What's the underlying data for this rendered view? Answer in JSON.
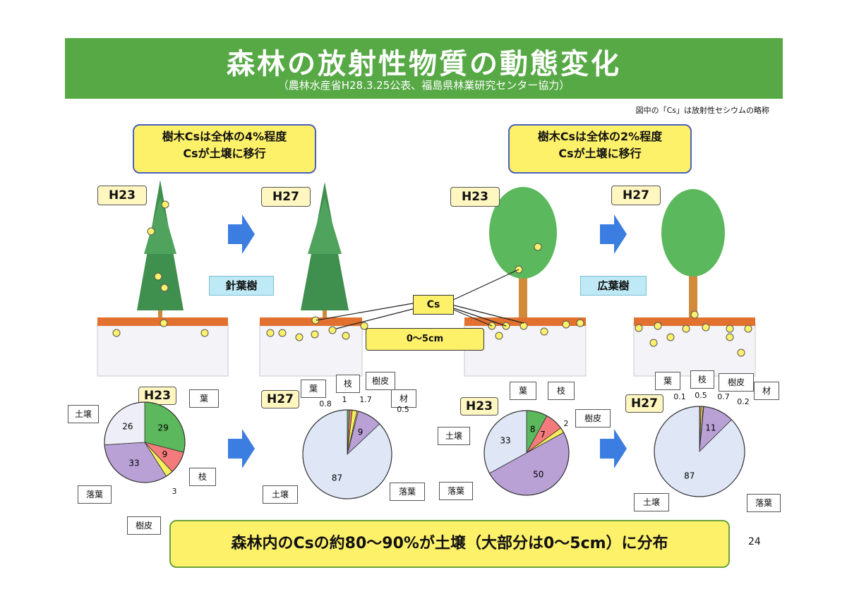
{
  "header": {
    "title": "森林の放射性物質の動態変化",
    "subtitle": "（農林水産省H28.3.25公表、福島県林業研究センター協力）",
    "note": "図中の「Cs」は放射性セシウムの略称"
  },
  "callouts": {
    "conifer_line1": "樹木Csは全体の4%程度",
    "conifer_line2": "Csが土壌に移行",
    "broadleaf_line1": "樹木Csは全体の2%程度",
    "broadleaf_line2": "Csが土壌に移行"
  },
  "trees": {
    "h23": "H23",
    "h27": "H27",
    "conifer_label": "針葉樹",
    "broadleaf_label": "広葉樹",
    "cs_label": "Cs",
    "depth_label": "0～5cm"
  },
  "footer": {
    "summary": "森林内のCsの約80～90%が土壌（大部分は0～5cm）に分布",
    "page_number": "24"
  },
  "colors": {
    "green_banner": "#57a946",
    "leaf": "#5cb85c",
    "branch": "#f47b7b",
    "bark": "#f5ef5a",
    "wood": "#f7c470",
    "litter": "#b9a1d6",
    "soil": "#dfe7f7",
    "arrow": "#3b7de0"
  },
  "chart_data": [
    {
      "type": "pie",
      "title": "H23",
      "group": "針葉樹",
      "slices": [
        {
          "label": "葉",
          "value": 29,
          "color": "#5cb85c"
        },
        {
          "label": "枝",
          "value": 9,
          "color": "#f47b7b"
        },
        {
          "label": "樹皮",
          "value": 3,
          "color": "#f5ef5a"
        },
        {
          "label": "落葉",
          "value": 33,
          "color": "#b9a1d6"
        },
        {
          "label": "土壌",
          "value": 26,
          "color": "#eeeef8"
        }
      ]
    },
    {
      "type": "pie",
      "title": "H27",
      "group": "針葉樹",
      "slices": [
        {
          "label": "葉",
          "value": 0.8,
          "color": "#5cb85c"
        },
        {
          "label": "枝",
          "value": 1,
          "color": "#f47b7b"
        },
        {
          "label": "樹皮",
          "value": 1.7,
          "color": "#f5ef5a"
        },
        {
          "label": "材",
          "value": 0.5,
          "color": "#f7c470"
        },
        {
          "label": "落葉",
          "value": 9,
          "color": "#b9a1d6"
        },
        {
          "label": "土壌",
          "value": 87,
          "color": "#dfe7f7"
        }
      ]
    },
    {
      "type": "pie",
      "title": "H23",
      "group": "広葉樹",
      "slices": [
        {
          "label": "葉",
          "value": 8,
          "color": "#5cb85c"
        },
        {
          "label": "枝",
          "value": 7,
          "color": "#f47b7b"
        },
        {
          "label": "樹皮",
          "value": 2,
          "color": "#f5ef5a"
        },
        {
          "label": "落葉",
          "value": 50,
          "color": "#b9a1d6"
        },
        {
          "label": "土壌",
          "value": 33,
          "color": "#dfe7f7"
        }
      ]
    },
    {
      "type": "pie",
      "title": "H27",
      "group": "広葉樹",
      "slices": [
        {
          "label": "葉",
          "value": 0.1,
          "color": "#5cb85c"
        },
        {
          "label": "枝",
          "value": 0.5,
          "color": "#f47b7b"
        },
        {
          "label": "樹皮",
          "value": 0.7,
          "color": "#f5ef5a"
        },
        {
          "label": "材",
          "value": 0.2,
          "color": "#f7c470"
        },
        {
          "label": "落葉",
          "value": 11,
          "color": "#b9a1d6"
        },
        {
          "label": "土壌",
          "value": 87,
          "color": "#dfe7f7"
        }
      ]
    }
  ]
}
